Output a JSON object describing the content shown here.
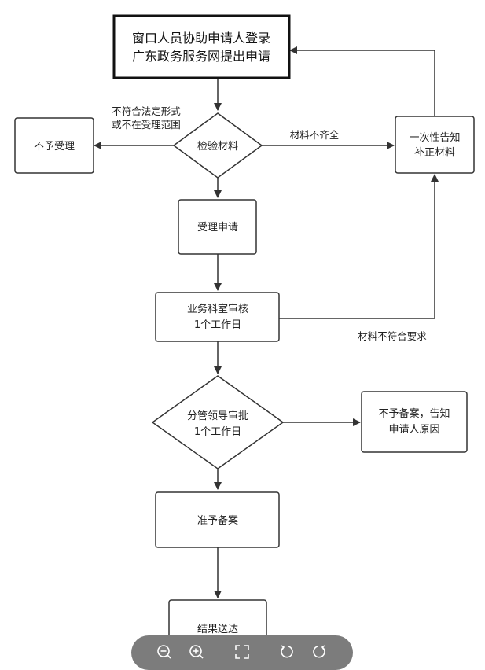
{
  "nodes": {
    "start": {
      "line1": "窗口人员协助申请人登录",
      "line2": "广东政务服务网提出申请"
    },
    "check": {
      "label": "检验材料"
    },
    "reject": {
      "label": "不予受理"
    },
    "notify": {
      "line1": "一次性告知",
      "line2": "补正材料"
    },
    "accept": {
      "label": "受理申请"
    },
    "review": {
      "line1": "业务科室审核",
      "line2": "1个工作日"
    },
    "approve": {
      "line1": "分管领导审批",
      "line2": "1个工作日"
    },
    "deny": {
      "line1": "不予备案，告知",
      "line2": "申请人原因"
    },
    "grant": {
      "label": "准予备案"
    },
    "deliver": {
      "label": "结果送达"
    }
  },
  "edges": {
    "reject_line1": "不符合法定形式",
    "reject_line2": "或不在受理范围",
    "incomplete": "材料不齐全",
    "nonconforming": "材料不符合要求"
  },
  "toolbar": {
    "buttons": [
      "zoom-out-icon",
      "zoom-in-icon",
      "fullscreen-icon",
      "rotate-left-icon",
      "rotate-right-icon"
    ]
  }
}
